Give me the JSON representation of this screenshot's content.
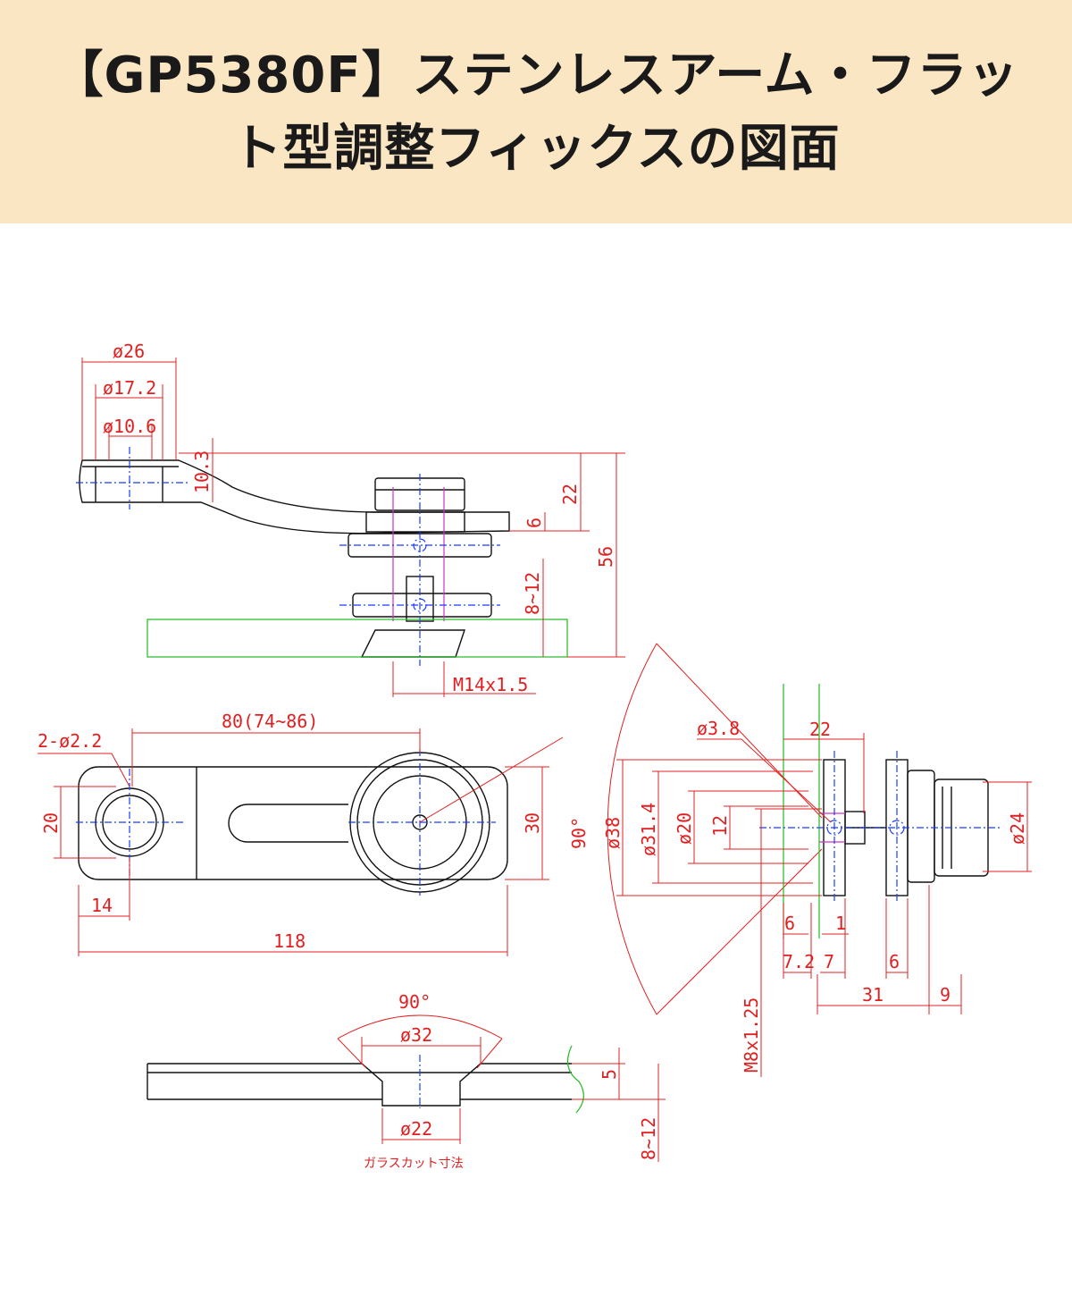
{
  "header": {
    "title_line1": "【GP5380F】ステンレスアーム・フラッ",
    "title_line2": "ト型調整フィックスの図面"
  },
  "colors": {
    "header_bg": "#fbe6c4",
    "dimension": "#e02020",
    "outline": "#111111",
    "centerline": "#1a3cff",
    "glass": "#22bb22",
    "bolt": "#cc33cc"
  },
  "side_view": {
    "dims": [
      "ø26",
      "ø17.2",
      "ø10.6",
      "10.3",
      "22",
      "6",
      "56",
      "8~12",
      "M14x1.5"
    ]
  },
  "top_view": {
    "dims": [
      "2-ø2.2",
      "80(74~86)",
      "20",
      "30",
      "14",
      "118"
    ]
  },
  "end_view": {
    "dims": [
      "ø3.8",
      "22",
      "90°",
      "ø38",
      "ø31.4",
      "ø20",
      "12",
      "ø24",
      "6",
      "1",
      "7.2",
      "7",
      "6",
      "31",
      "9",
      "M8x1.25"
    ]
  },
  "glass_cut": {
    "dims": [
      "90°",
      "ø32",
      "5",
      "ø22",
      "8~12"
    ],
    "caption": "ガラスカット寸法"
  }
}
